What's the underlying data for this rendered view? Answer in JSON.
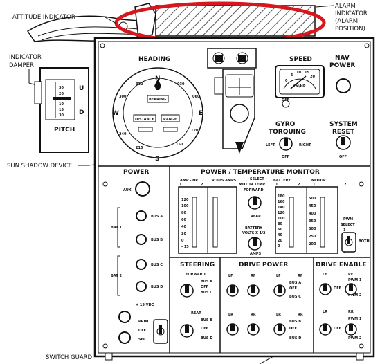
{
  "callouts": {
    "attitude_indicator": "ATTITUDE INDICATOR",
    "indicator_damper_1": "INDICATOR",
    "indicator_damper_2": "DAMPER",
    "sun_shadow_device": "SUN SHADOW DEVICE",
    "switch_guard": "SWITCH GUARD",
    "alarm_1": "ALARM",
    "alarm_2": "INDICATOR",
    "alarm_3": "(ALARM",
    "alarm_4": "POSITION)"
  },
  "pitch": {
    "title": "PITCH",
    "up": "U",
    "down": "D",
    "scale": [
      "30",
      "20",
      "10",
      "15",
      "30"
    ]
  },
  "heading": {
    "title": "HEADING",
    "north": "N",
    "south": "S",
    "east": "E",
    "west": "W",
    "bearing": "BEARING",
    "distance": "DISTANCE",
    "range": "RANGE",
    "ticks": [
      "330",
      "300",
      "030",
      "060",
      "120",
      "150",
      "210",
      "240"
    ]
  },
  "speed": {
    "title": "SPEED",
    "unit": "KM/HR",
    "scale": [
      "0",
      "5",
      "10",
      "15",
      "20"
    ]
  },
  "nav_power": {
    "line1": "NAV",
    "line2": "POWER"
  },
  "gyro": {
    "line1": "GYRO",
    "line2": "TORQUING",
    "left": "LEFT",
    "right": "RIGHT",
    "off": "OFF"
  },
  "system_reset": {
    "line1": "SYSTEM",
    "line2": "RESET",
    "off": "OFF"
  },
  "power": {
    "title": "POWER",
    "aux": "AUX",
    "bat1": "BAT 1",
    "bat2": "BAT 2",
    "bus_a": "BUS A",
    "bus_b": "BUS B",
    "bus_c": "BUS C",
    "bus_d": "BUS D",
    "vdc": "+ 15 VDC",
    "prim": "PRIM",
    "off": "OFF",
    "sec": "SEC"
  },
  "monitor": {
    "title": "POWER / TEMPERATURE MONITOR",
    "amp_hr": "AMP - HR",
    "volts_amps": "VOLTS AMPS",
    "battery": "BATTERY",
    "motor": "MOTOR",
    "n1": "1",
    "n2": "2",
    "select": "SELECT",
    "motor_temp": "MOTOR TEMP",
    "forward": "FORWARD",
    "rear": "REAR",
    "battery_volts_1": "BATTERY",
    "battery_volts_2": "VOLTS X 1/2",
    "amps": "AMPS",
    "amp_scale": [
      "120",
      "100",
      "80",
      "60",
      "40",
      "20",
      "0",
      "- 15"
    ],
    "temp_scale": [
      "180",
      "160",
      "140",
      "120",
      "100",
      "80",
      "60",
      "40",
      "20",
      "0"
    ],
    "motor_scale": [
      "500",
      "450",
      "400",
      "350",
      "300",
      "250",
      "200"
    ]
  },
  "pwm": {
    "line1": "PWM",
    "line2": "SELECT",
    "n1": "1",
    "n2": "2",
    "both": "BOTH"
  },
  "steering": {
    "title": "STEERING",
    "forward": "FORWARD",
    "rear": "REAR",
    "bus_a": "BUS A",
    "bus_b": "BUS B",
    "bus_c": "BUS C",
    "bus_d": "BUS D",
    "off": "OFF"
  },
  "drive_power": {
    "title": "DRIVE POWER",
    "lf": "LF",
    "rf": "RF",
    "lr": "LR",
    "rr": "RR",
    "bus_a": "BUS A",
    "bus_b": "BUS B",
    "bus_c": "BUS C",
    "bus_d": "BUS D",
    "off": "OFF"
  },
  "drive_enable": {
    "title": "DRIVE ENABLE",
    "lf": "LF",
    "rf": "RF",
    "lr": "LR",
    "rr": "RR",
    "pwm1": "PWM 1",
    "pwm2": "PWM 2",
    "off": "OFF"
  }
}
